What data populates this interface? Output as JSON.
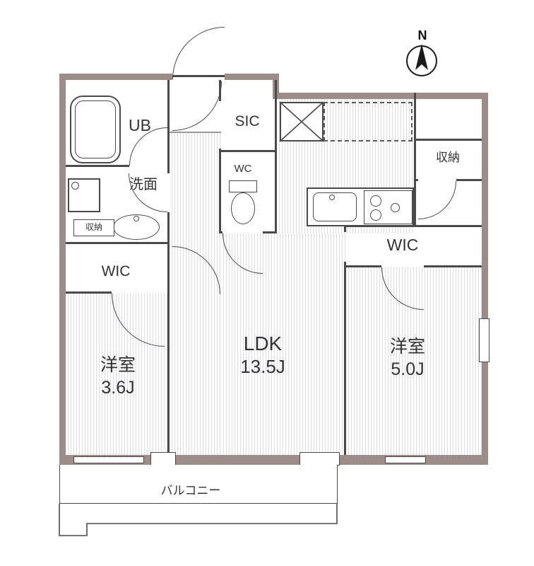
{
  "compass": {
    "label": "N"
  },
  "rooms": {
    "unit_bath": {
      "label": "UB"
    },
    "washroom": {
      "label": "洗面",
      "storage_label": "収納"
    },
    "wic_left": {
      "label": "WIC"
    },
    "bedroom_left": {
      "label": "洋室",
      "size": "3.6J"
    },
    "shoe_closet": {
      "label": "SIC"
    },
    "toilet": {
      "label": "WC"
    },
    "ldk": {
      "label": "LDK",
      "size": "13.5J"
    },
    "storage_right": {
      "label": "収納"
    },
    "wic_right": {
      "label": "WIC"
    },
    "bedroom_right": {
      "label": "洋室",
      "size": "5.0J"
    },
    "balcony": {
      "label": "バルコニー"
    }
  },
  "colors": {
    "wall": "#9c8d88",
    "line": "#4a4a4a",
    "stripe": "#dddde1",
    "background": "#ffffff"
  }
}
